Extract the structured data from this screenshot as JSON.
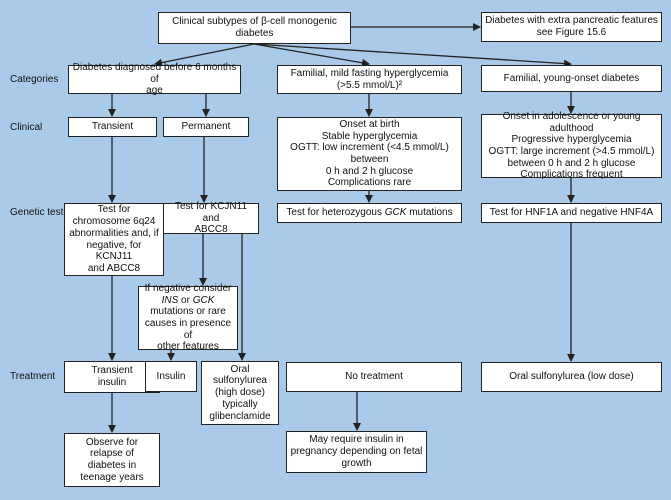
{
  "colors": {
    "background": "#a9cbe9",
    "box_fill": "#ffffff",
    "stroke": "#222222"
  },
  "row_labels": {
    "categories": "Categories",
    "clinical": "Clinical",
    "genetic_test": "Genetic test",
    "treatment": "Treatment"
  },
  "nodes": {
    "root": [
      "Clinical subtypes of β-cell monogenic",
      "diabetes"
    ],
    "extra": [
      "Diabetes with extra pancreatic features",
      "see Figure 15.6"
    ],
    "cat_neonatal": [
      "Diabetes diagnosed before 6 months of",
      "age"
    ],
    "cat_gck": [
      "Familial, mild fasting hyperglycemia",
      "(>5.5 mmol/L)²"
    ],
    "cat_young": [
      "Familial, young-onset diabetes"
    ],
    "transient": [
      "Transient"
    ],
    "permanent": [
      "Permanent"
    ],
    "gck_clinical": [
      "Onset at birth",
      "Stable hyperglycemia",
      "OGTT: low increment (<4.5 mmol/L) between",
      "0 h and 2 h glucose",
      "Complications rare"
    ],
    "young_clinical": [
      "Onset in adolescence or young adulthood",
      "Progressive hyperglycemia",
      "OGTT: large increment (>4.5 mmol/L)",
      "between 0 h and 2 h glucose",
      "Complications frequent"
    ],
    "test_6q24": [
      "Test for",
      "chromosome 6q24",
      "abnormalities and, if",
      "negative, for KCNJ11",
      "and ABCC8"
    ],
    "test_kcjn": [
      "Test for KCJN11 and",
      "ABCC8"
    ],
    "test_gck_prefix": "Test for heterozygous ",
    "test_gck_gene": "GCK",
    "test_gck_suffix": " mutations",
    "test_hnf": [
      "Test for HNF1A and negative HNF4A"
    ],
    "neg_consider": {
      "line1": "If negative consider",
      "ins": "INS",
      "or": " or ",
      "gck": "GCK",
      "line3": "mutations or rare",
      "line4": "causes in presence of",
      "line5": "other features"
    },
    "transient_insulin": [
      "Transient",
      "insulin"
    ],
    "insulin": [
      "Insulin"
    ],
    "oral_sulf": [
      "Oral",
      "sulfonylurea",
      "(high dose)",
      "typically",
      "glibenclamide"
    ],
    "no_treatment": [
      "No treatment"
    ],
    "oral_low": [
      "Oral sulfonylurea (low dose)"
    ],
    "observe": [
      "Observe for",
      "relapse of",
      "diabetes in",
      "teenage years"
    ],
    "pregnancy": [
      "May require insulin in",
      "pregnancy depending on fetal",
      "growth"
    ]
  }
}
